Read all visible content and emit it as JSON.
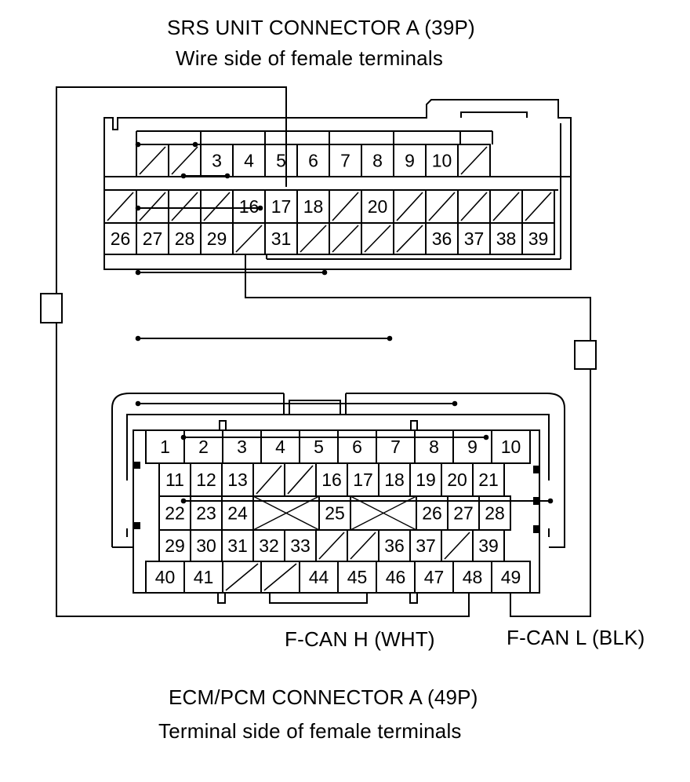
{
  "srs_connector": {
    "title": "SRS UNIT CONNECTOR A (39P)",
    "subtitle": "Wire side of female terminals",
    "rows": [
      [
        "",
        "",
        "3",
        "4",
        "5",
        "6",
        "7",
        "8",
        "9",
        "10",
        ""
      ],
      [
        "",
        "",
        "",
        "",
        "16",
        "17",
        "18",
        "",
        "20",
        "",
        "",
        "",
        "",
        ""
      ],
      [
        "26",
        "27",
        "28",
        "29",
        "",
        "31",
        "",
        "",
        "",
        "",
        "36",
        "37",
        "38",
        "39"
      ]
    ]
  },
  "ecm_connector": {
    "title": "ECM/PCM CONNECTOR A (49P)",
    "subtitle": "Terminal side of female terminals",
    "rows": [
      [
        "1",
        "2",
        "3",
        "4",
        "5",
        "6",
        "7",
        "8",
        "9",
        "10"
      ],
      [
        "11",
        "12",
        "13",
        "",
        "",
        "16",
        "17",
        "18",
        "19",
        "20",
        "21"
      ],
      [
        "22",
        "23",
        "24",
        "",
        "25",
        "",
        "26",
        "27",
        "28"
      ],
      [
        "29",
        "30",
        "31",
        "32",
        "33",
        "",
        "",
        "36",
        "37",
        "",
        "39"
      ],
      [
        "40",
        "41",
        "",
        "",
        "44",
        "45",
        "46",
        "47",
        "48",
        "49"
      ]
    ]
  },
  "wires": [
    {
      "label": "F-CAN H (WHT)"
    },
    {
      "label": "F-CAN L (BLK)"
    }
  ]
}
